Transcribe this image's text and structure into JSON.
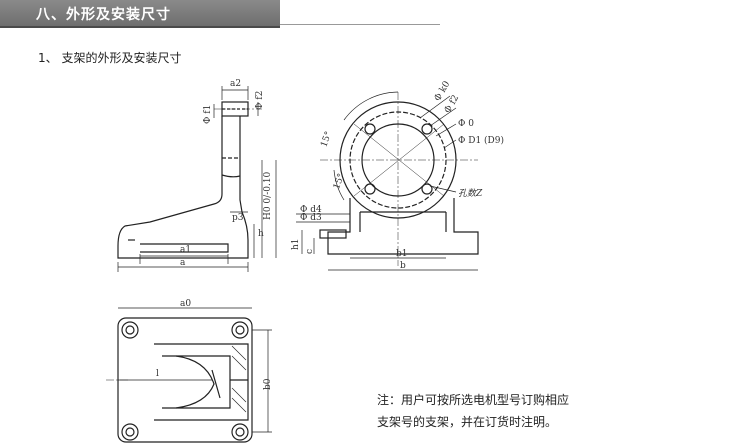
{
  "section": {
    "title": "八、外形及安装尺寸"
  },
  "subsection": {
    "title": "1、 支架的外形及安装尺寸"
  },
  "drawing_labels": {
    "side_view": [
      "a2",
      "Φ f2",
      "Φ f1",
      "H0  0/-0.10",
      "p3",
      "h",
      "a1",
      "a"
    ],
    "front_view": [
      "Φ k0",
      "Φ f2",
      "Φ 0",
      "Φ D1 (D9)",
      "15°",
      "15°",
      "孔数Z",
      "Φ d4",
      "Φ d3",
      "h1",
      "c",
      "b1",
      "b"
    ],
    "top_view": [
      "a0",
      "l",
      "b0"
    ]
  },
  "note": {
    "line1": "注：用户可按所选电机型号订购相应",
    "line2": "支架号的支架，并在订货时注明。"
  }
}
